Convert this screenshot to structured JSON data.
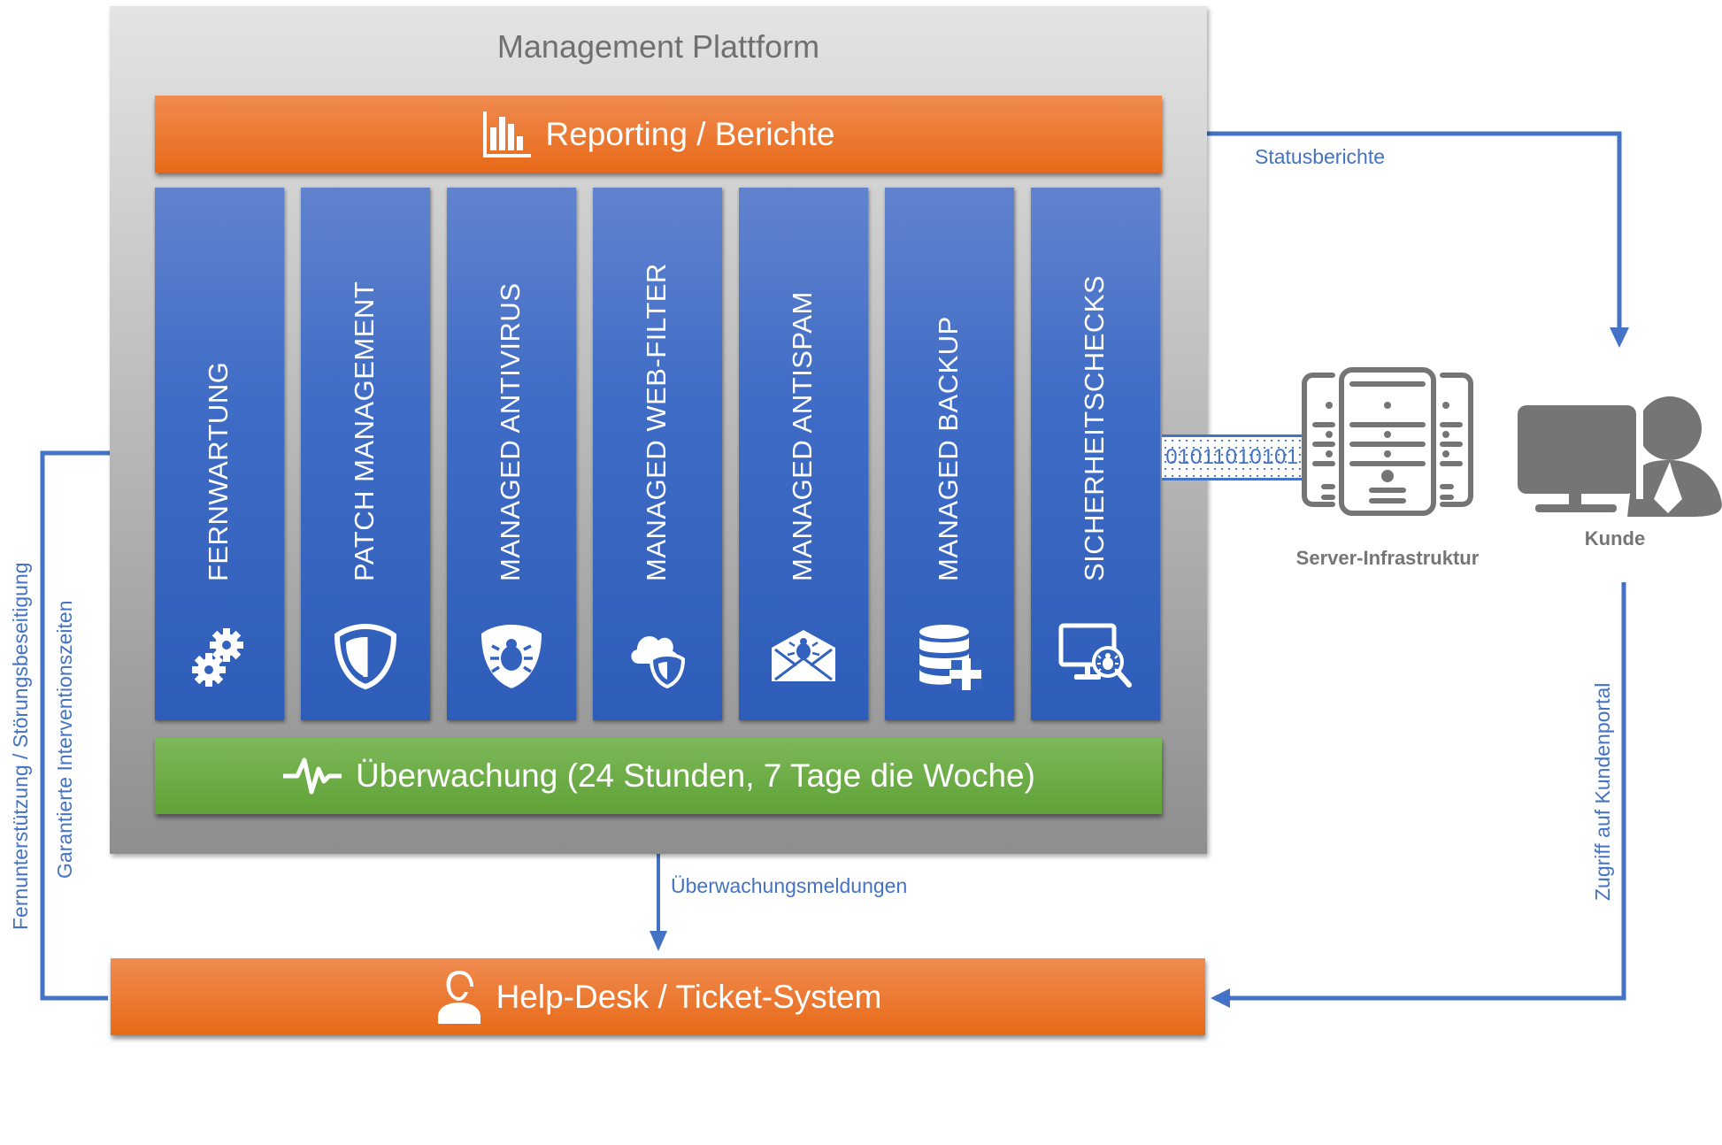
{
  "platform": {
    "title": "Management Plattform",
    "reporting_label": "Reporting / Berichte",
    "monitoring_label": "Überwachung (24 Stunden, 7 Tage die Woche)",
    "services": [
      {
        "label": "FERNWARTUNG",
        "icon": "gears-icon"
      },
      {
        "label": "PATCH MANAGEMENT",
        "icon": "shield-icon"
      },
      {
        "label": "MANAGED ANTIVIRUS",
        "icon": "bug-shield-icon"
      },
      {
        "label": "MANAGED WEB-FILTER",
        "icon": "cloud-shield-icon"
      },
      {
        "label": "MANAGED ANTISPAM",
        "icon": "bug-envelope-icon"
      },
      {
        "label": "MANAGED BACKUP",
        "icon": "database-plus-icon"
      },
      {
        "label": "SICHERHEITSCHECKS",
        "icon": "monitor-bug-search-icon"
      }
    ]
  },
  "helpdesk": {
    "label": "Help-Desk / Ticket-System",
    "icon": "support-agent-icon"
  },
  "server": {
    "label": "Server-Infrastruktur",
    "binary": "01011010101"
  },
  "customer": {
    "label": "Kunde"
  },
  "connections": {
    "status_reports": "Statusberichte",
    "monitoring_messages": "Überwachungsmeldungen",
    "customer_portal": "Zugriff auf Kundenportal",
    "remote_support": "Fernunterstützung / Störungsbeseitigung",
    "guaranteed_times": "Garantierte Interventionszeiten"
  },
  "colors": {
    "accent_blue": "#4472c4",
    "orange": "#e86a18",
    "green": "#5fa236",
    "gray_icon": "#757575"
  }
}
